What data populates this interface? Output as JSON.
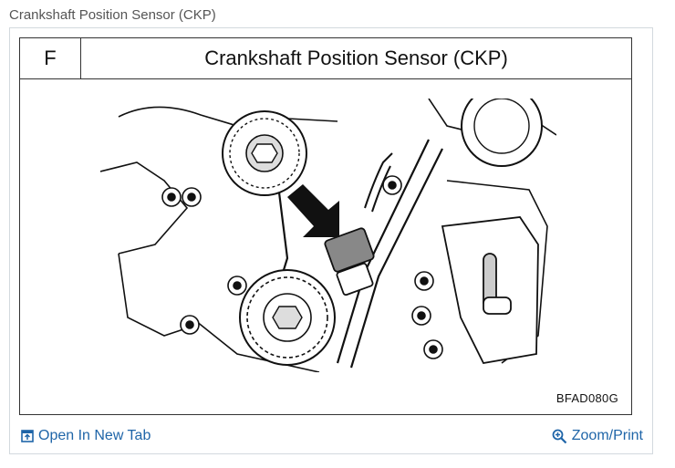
{
  "page": {
    "caption": "Crankshaft Position Sensor (CKP)"
  },
  "figure": {
    "letter": "F",
    "title": "Crankshaft Position Sensor (CKP)",
    "code": "BFAD080G"
  },
  "footer": {
    "open_tab_label": "Open In New Tab",
    "zoom_label": "Zoom/Print"
  },
  "colors": {
    "link": "#1f65a8",
    "border": "#d3d9de"
  }
}
